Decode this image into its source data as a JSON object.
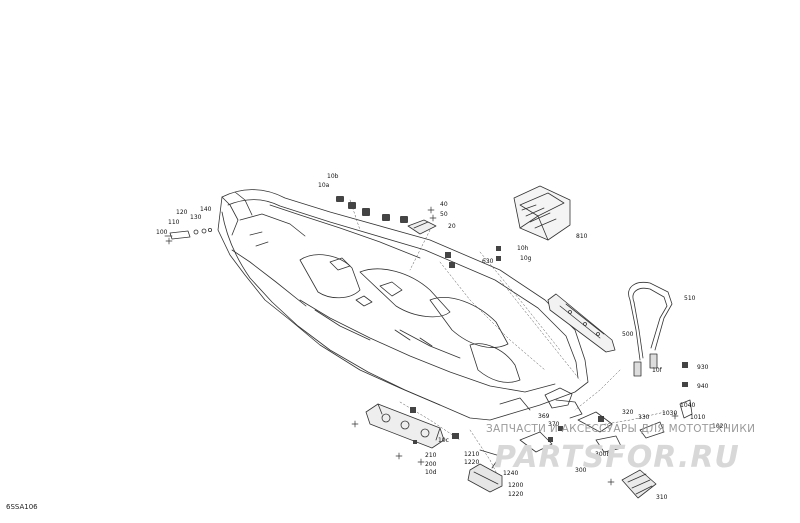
{
  "diagram": {
    "reference_code": "6SSA106",
    "part_labels": [
      "10b",
      "10a",
      "40",
      "50",
      "20",
      "120",
      "140",
      "110",
      "130",
      "100",
      "810",
      "10h",
      "10g",
      "630",
      "510",
      "500",
      "930",
      "940",
      "1040",
      "1030",
      "1010",
      "1020",
      "369",
      "370",
      "320",
      "330",
      "310",
      "300",
      "300b",
      "10c",
      "210",
      "200",
      "1210",
      "1220",
      "1240",
      "1200",
      "1220",
      "10d",
      "10f"
    ],
    "watermark": {
      "caption": "ЗАПЧАСТИ И АКСЕССУАРЫ ДЛЯ МОТОТЕХНИКИ",
      "logo": "PARTSFOR.RU"
    }
  }
}
